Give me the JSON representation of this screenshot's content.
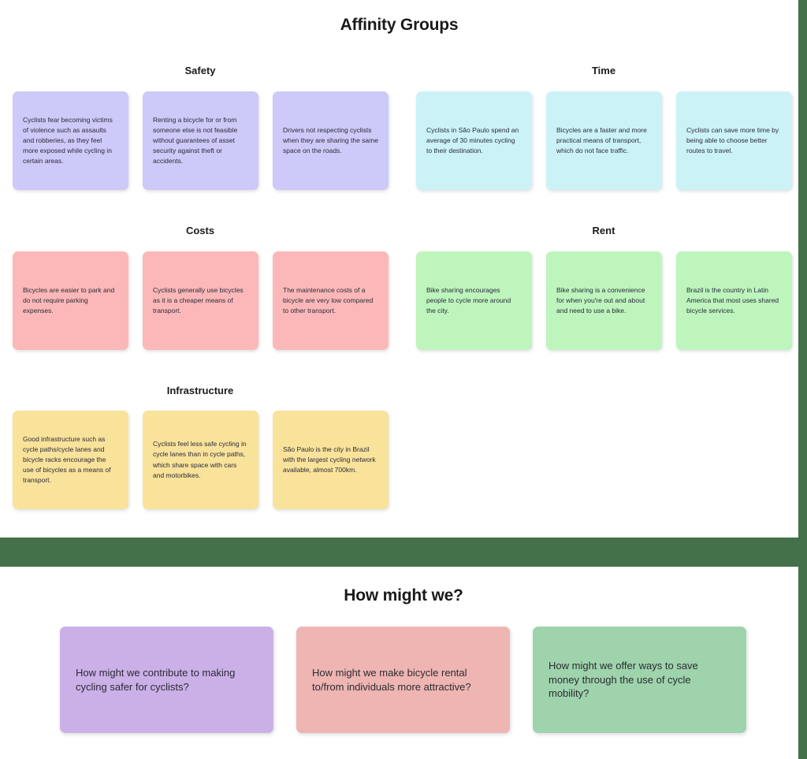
{
  "board": {
    "title": "Affinity Groups",
    "groups": [
      {
        "name": "Safety",
        "color": "#cdc9f8",
        "notes": [
          "Cyclists fear becoming victims of violence such as assaults and robberies, as they feel more exposed while cycling in certain areas.",
          "Renting a bicycle for or from someone else is not feasible without guarantees of asset security against theft or accidents.",
          "Drivers not respecting cyclists when they are sharing the same space on the roads."
        ]
      },
      {
        "name": "Time",
        "color": "#cbf3f7",
        "notes": [
          "Cyclists in São Paulo spend an average of 30 minutes cycling to their destination.",
          "Bicycles are a faster and more practical means of transport, which do not face traffic.",
          "Cyclists can save more time by being able to choose better routes to travel."
        ]
      },
      {
        "name": "Costs",
        "color": "#fcb8b8",
        "notes": [
          "Bicycles are easier to park and do not require parking expenses.",
          "Cyclists generally use bicycles as it is a cheaper means of transport.",
          "The maintenance costs of a bicycle are very low compared to other transport."
        ]
      },
      {
        "name": "Rent",
        "color": "#bdf5bd",
        "notes": [
          "Bike sharing encourages people to cycle more around the city.",
          "Bike sharing is a convenience for when you're out and about and need to use a bike.",
          "Brazil is the country in Latin America that most uses shared bicycle services."
        ]
      },
      {
        "name": "Infrastructure",
        "color": "#f9e29a",
        "notes": [
          "Good infrastructure such as cycle paths/cycle lanes and bicycle racks encourage the use of bicycles as a means of transport.",
          "Cyclists feel less safe cycling in cycle lanes than in cycle paths, which share space with cars and motorbikes.",
          "São Paulo is the city in Brazil with the largest cycling network available, almost 700km."
        ]
      }
    ]
  },
  "how_might_we": {
    "title": "How might we?",
    "cards": [
      {
        "text": "How might we contribute to making cycling safer for cyclists?",
        "color": "#cbb0e8"
      },
      {
        "text": "How might we make bicycle rental to/from individuals more attractive?",
        "color": "#eeb5b2"
      },
      {
        "text": "How might we offer ways to save money through the use of cycle mobility?",
        "color": "#9ed3ac"
      }
    ]
  },
  "theme": {
    "band_color": "#44704a",
    "edge_strip_color": "#44704a",
    "page_background": "#ffffff"
  }
}
